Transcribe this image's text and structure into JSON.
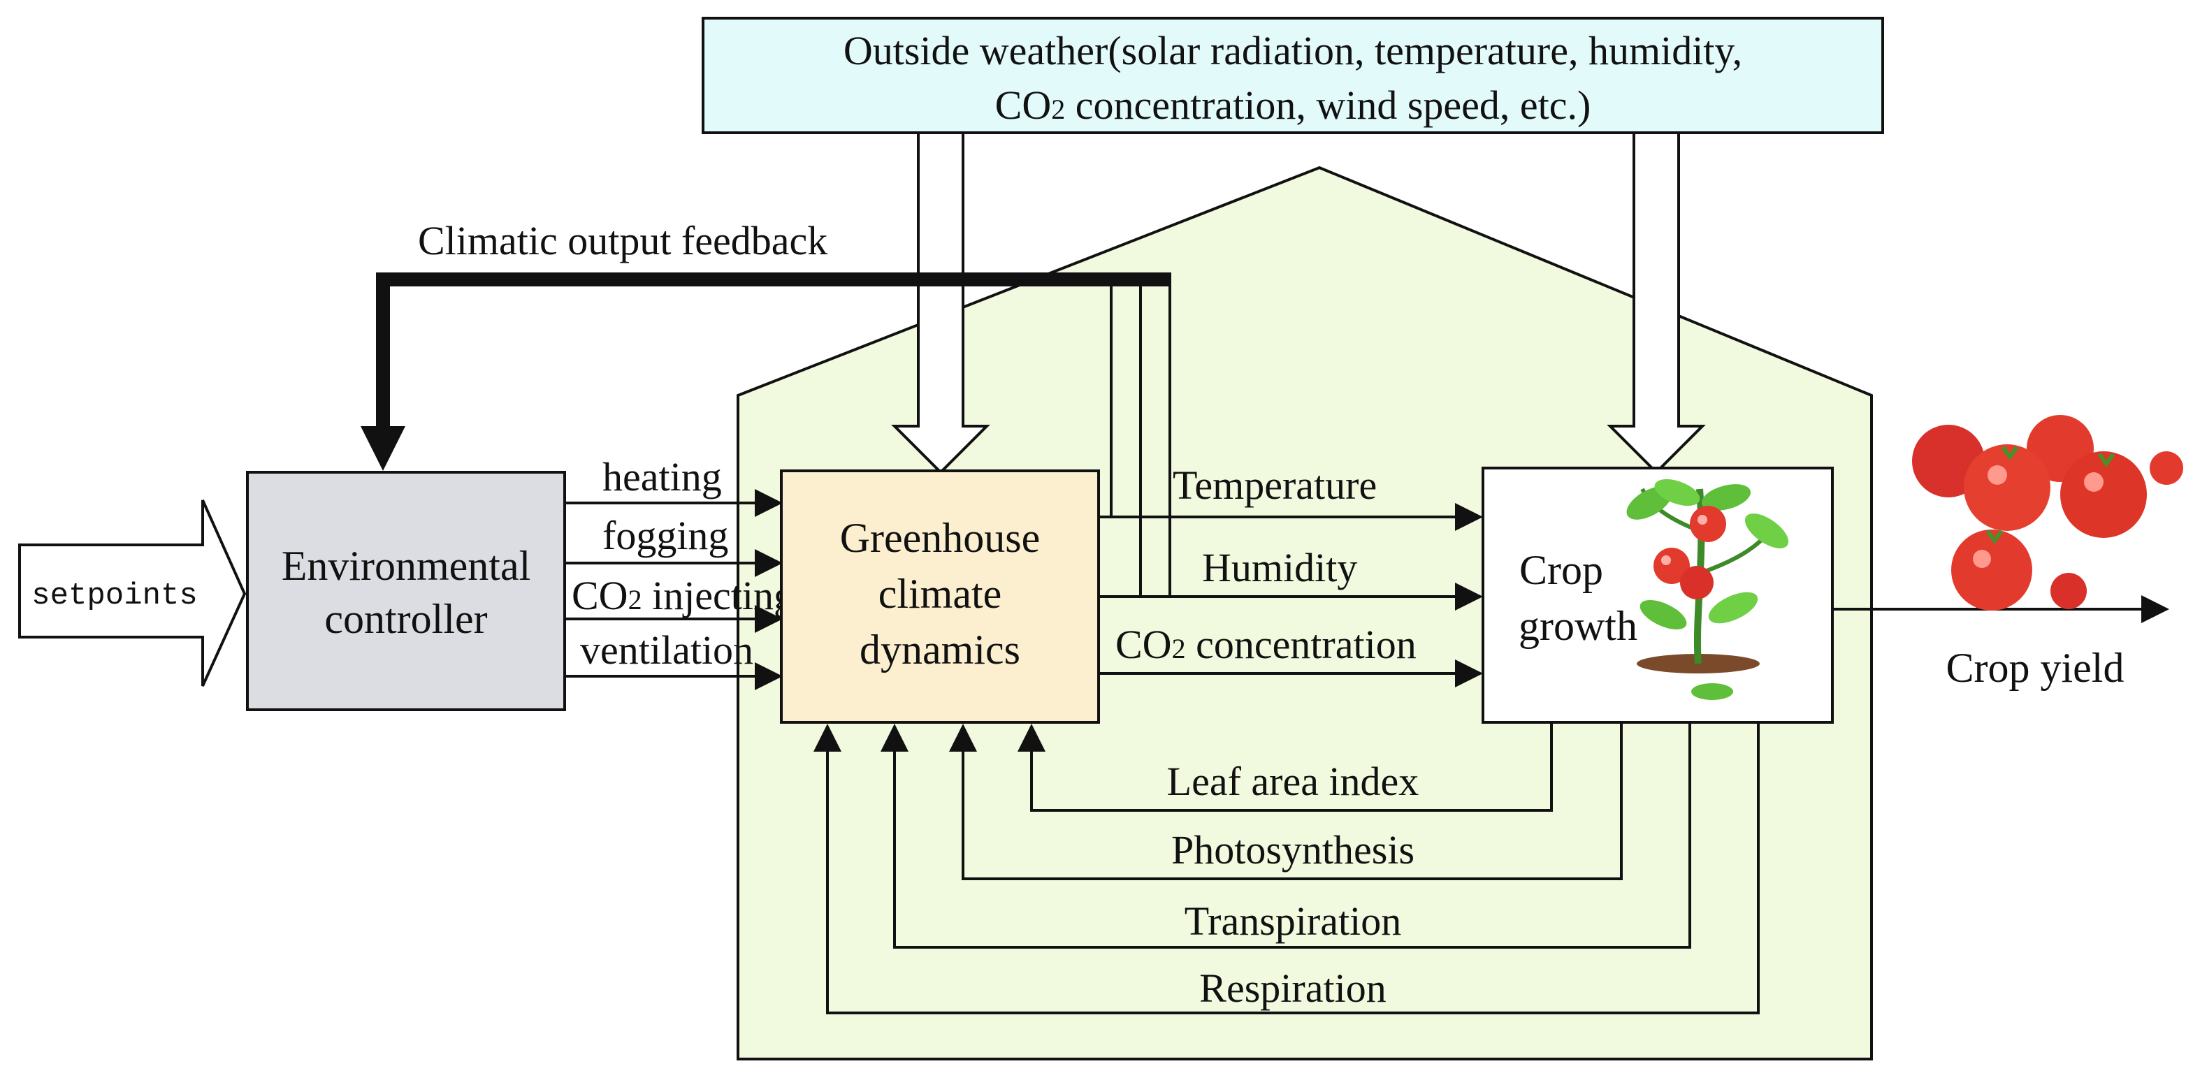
{
  "weather": {
    "line1": "Outside weather(solar radiation, temperature, humidity,",
    "line2_pre": "CO",
    "line2_sub": "2",
    "line2_post": " concentration, wind speed, etc.)"
  },
  "feedback_label": "Climatic output feedback",
  "setpoints_label": "setpoints",
  "controller": {
    "line1": "Environmental",
    "line2": "controller"
  },
  "actions": {
    "heating": "heating",
    "fogging": "fogging",
    "co2_pre": "CO",
    "co2_sub": "2",
    "co2_post": " injecting",
    "ventilation": "ventilation"
  },
  "climate_box": {
    "line1": "Greenhouse",
    "line2": "climate",
    "line3": "dynamics"
  },
  "outputs": {
    "temperature": "Temperature",
    "humidity": "Humidity",
    "co2_pre": "CO",
    "co2_sub": "2",
    "co2_post": " concentration"
  },
  "crop_box": {
    "line1": "Crop",
    "line2": "growth"
  },
  "crop_yield": "Crop yield",
  "returns": {
    "leaf_area_index": "Leaf area index",
    "photosynthesis": "Photosynthesis",
    "transpiration": "Transpiration",
    "respiration": "Respiration"
  },
  "colors": {
    "weather_fill": "#e3fafa",
    "greenhouse_fill": "#f1f9df",
    "controller_fill": "#dcdde2",
    "climate_fill": "#fcefcf",
    "tomato_red": "#e23b2e",
    "leaf_green": "#5fbf3a"
  }
}
